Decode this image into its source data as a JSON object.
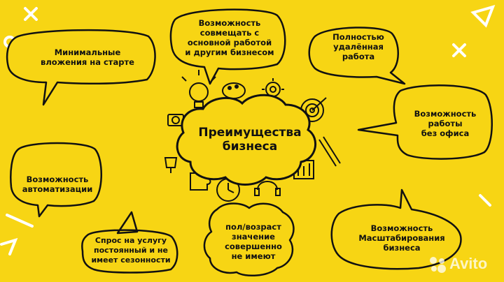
{
  "colors": {
    "background": "#f7d514",
    "ink": "#111111",
    "bubble": "#f7d514"
  },
  "center": {
    "title_line1": "Преимущества",
    "title_line2": "бизнеса"
  },
  "bubbles": [
    {
      "lines": [
        "Минимальные",
        "вложения на старте"
      ]
    },
    {
      "lines": [
        "Возможность",
        "совмещать с",
        "основной работой",
        "и другим бизнесом"
      ]
    },
    {
      "lines": [
        "Полностью",
        "удалённая",
        "работа"
      ]
    },
    {
      "lines": [
        "Возможность",
        "работы",
        "без офиса"
      ]
    },
    {
      "lines": [
        "Возможность",
        "автоматизации"
      ]
    },
    {
      "lines": [
        "Спрос на услугу",
        "постоянный и не",
        "имеет сезонности"
      ]
    },
    {
      "lines": [
        "пол/возраст",
        "значение",
        "совершенно",
        "не имеют"
      ]
    },
    {
      "lines": [
        "Возможность",
        "Масштабирования",
        "бизнеса"
      ]
    }
  ],
  "watermark": {
    "text": "Avito"
  },
  "icons": [
    "bulb-icon",
    "camera-icon",
    "palette-icon",
    "target-icon",
    "clock-icon",
    "puzzle-icon",
    "gear-icon",
    "chart-icon",
    "trophy-icon",
    "pencil-icon"
  ]
}
